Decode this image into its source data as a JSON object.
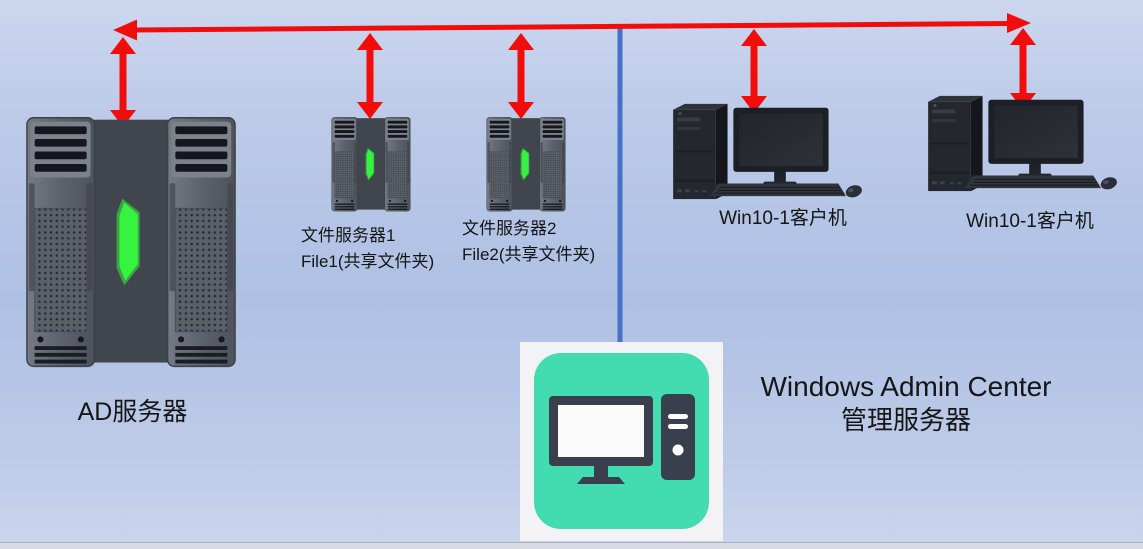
{
  "diagram": {
    "ad_server": {
      "label": "AD服务器"
    },
    "file_server_1": {
      "name": "文件服务器1",
      "share": "File1(共享文件夹)"
    },
    "file_server_2": {
      "name": "文件服务器2",
      "share": "File2(共享文件夹)"
    },
    "client_1": {
      "label": "Win10-1客户机"
    },
    "client_2": {
      "label": "Win10-1客户机"
    },
    "admin_center": {
      "title": "Windows Admin Center",
      "subtitle": "管理服务器"
    }
  },
  "icons": {
    "ad_server": "dual-tower-server-icon",
    "file_server_1": "dual-tower-server-icon",
    "file_server_2": "dual-tower-server-icon",
    "client_1": "desktop-pc-icon",
    "client_2": "desktop-pc-icon",
    "admin_center": "computer-app-tile-icon",
    "bus": "double-arrow-network-bus"
  },
  "colors": {
    "bus-red": "#f20d0d",
    "link-blue": "#4472c4",
    "icon-teal": "#43dbb0",
    "icon-dark": "#3a3f4d",
    "led-green": "#35f33f",
    "text-dark": "#151515"
  }
}
